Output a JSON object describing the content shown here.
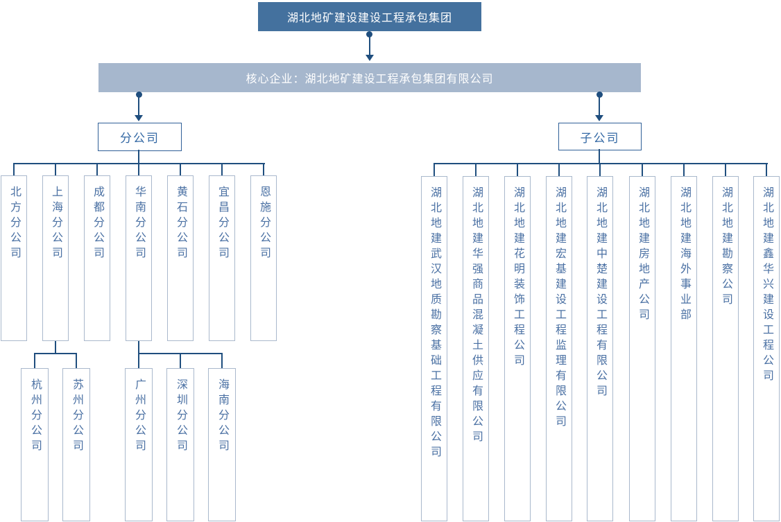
{
  "colors": {
    "line": "#1F4E7E",
    "rootBg": "#44719E",
    "coreBg": "#A6B7CD",
    "nodeBorder": "#A9B8CC",
    "nodeText": "#4A70A3",
    "groupBorder": "#2F5F97",
    "groupText": "#3368A4"
  },
  "root": {
    "label": "湖北地矿建设建设工程承包集团"
  },
  "core": {
    "label": "核心企业：湖北地矿建设工程承包集团有限公司"
  },
  "groups": {
    "branch": "分公司",
    "subsidiary": "子公司"
  },
  "branches": [
    "北方分公司",
    "上海分公司",
    "成都分公司",
    "华南分公司",
    "黄石分公司",
    "宜昌分公司",
    "恩施分公司"
  ],
  "shanghaiChildren": [
    "杭州分公司",
    "苏州分公司"
  ],
  "huananChildren": [
    "广州分公司",
    "深圳分公司",
    "海南分公司"
  ],
  "subsidiaries": [
    "湖北地建武汉地质勘察基础工程有限公司",
    "湖北地建华强商品混凝土供应有限公司",
    "湖北地建花明装饰工程公司",
    "湖北地建宏基建设工程监理有限公司",
    "湖北地建中楚建设工程有限公司",
    "湖北地建房地产公司",
    "湖北地建海外事业部",
    "湖北地建勘察公司",
    "湖北地建鑫华兴建设工程公司"
  ]
}
